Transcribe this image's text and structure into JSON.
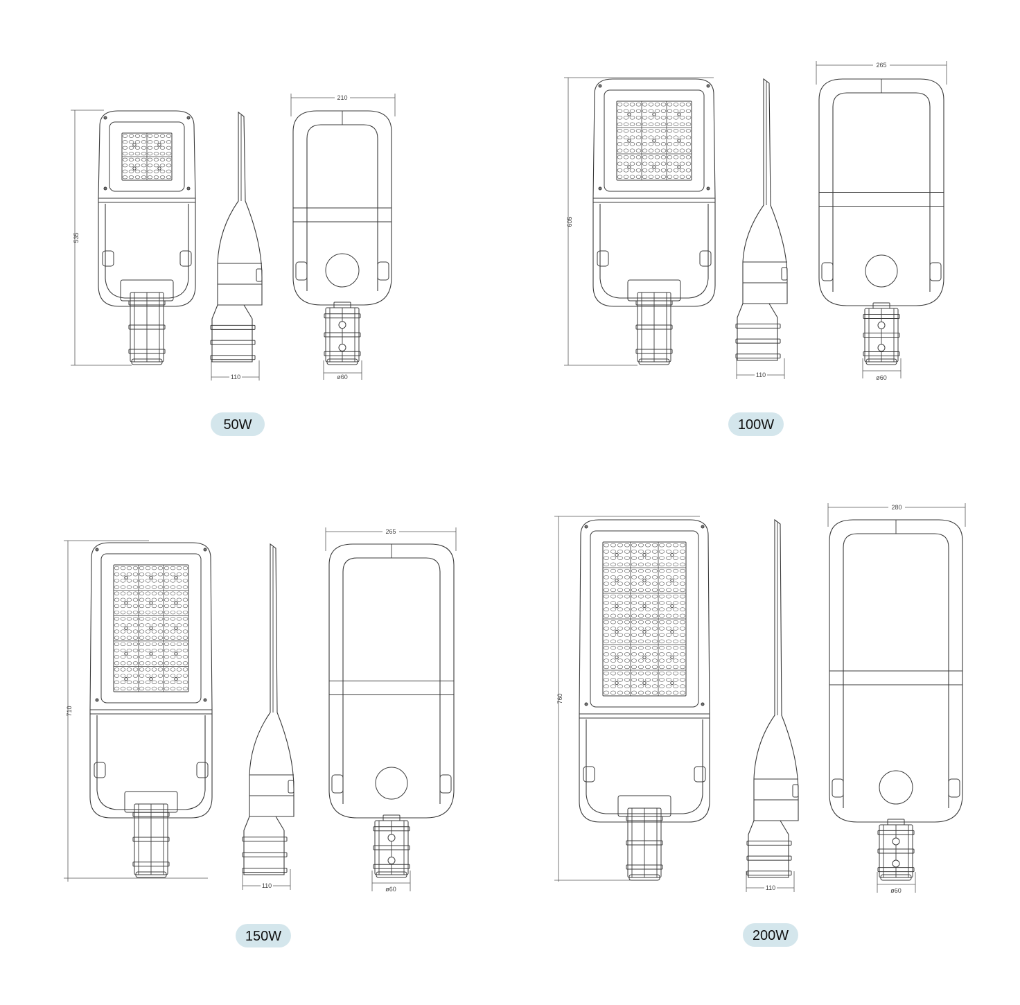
{
  "colors": {
    "line": "#3a3a3a",
    "led": "#5a5a5a",
    "badge_fill": "#d4e6ec",
    "dim_text": "#444444"
  },
  "models": [
    {
      "id": "50w",
      "label": "50W",
      "dims": {
        "height": "535",
        "width": "210",
        "arm": "110",
        "pipe": "ø60"
      },
      "led_modules": {
        "cols": 2,
        "rows": 2
      }
    },
    {
      "id": "100w",
      "label": "100W",
      "dims": {
        "height": "605",
        "width": "265",
        "arm": "110",
        "pipe": "ø60"
      },
      "led_modules": {
        "cols": 3,
        "rows": 3
      }
    },
    {
      "id": "150w",
      "label": "150W",
      "dims": {
        "height": "710",
        "width": "265",
        "arm": "110",
        "pipe": "ø60"
      },
      "led_modules": {
        "cols": 3,
        "rows": 5
      }
    },
    {
      "id": "200w",
      "label": "200W",
      "dims": {
        "height": "760",
        "width": "280",
        "arm": "110",
        "pipe": "ø60"
      },
      "led_modules": {
        "cols": 3,
        "rows": 6
      }
    }
  ]
}
